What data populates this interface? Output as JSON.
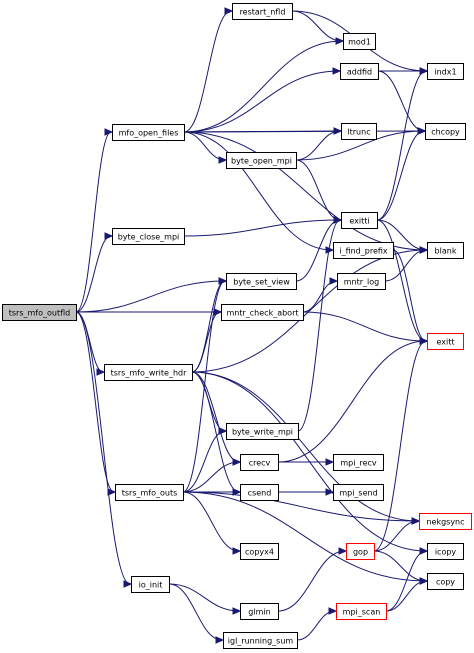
{
  "graph": {
    "nodes": {
      "tsrs_mfo_outfld": "tsrs_mfo_outfld",
      "mfo_open_files": "mfo_open_files",
      "byte_close_mpi": "byte_close_mpi",
      "byte_set_view": "byte_set_view",
      "mntr_check_abort": "mntr_check_abort",
      "tsrs_mfo_write_hdr": "tsrs_mfo_write_hdr",
      "tsrs_mfo_outs": "tsrs_mfo_outs",
      "io_init": "io_init",
      "restart_nfld": "restart_nfld",
      "mod1": "mod1",
      "addfid": "addfid",
      "indx1": "indx1",
      "ltrunc": "ltrunc",
      "chcopy": "chcopy",
      "byte_open_mpi": "byte_open_mpi",
      "exitti": "exitti",
      "i_find_prefix": "i_find_prefix",
      "blank": "blank",
      "mntr_log": "mntr_log",
      "exitt": "exitt",
      "byte_write_mpi": "byte_write_mpi",
      "crecv": "crecv",
      "mpi_recv": "mpi_recv",
      "csend": "csend",
      "mpi_send": "mpi_send",
      "nekgsync": "nekgsync",
      "copyx4": "copyx4",
      "gop": "gop",
      "icopy": "icopy",
      "copy": "copy",
      "glmin": "glmin",
      "mpi_scan": "mpi_scan",
      "igl_running_sum": "igl_running_sum"
    },
    "root": "tsrs_mfo_outfld",
    "highlighted_nodes": [
      "exitt",
      "nekgsync",
      "gop",
      "mpi_scan"
    ],
    "colors": {
      "edge": "#191970",
      "root_fill": "#bfbfbf",
      "highlight_border": "#ff0000",
      "node_border": "#000000"
    },
    "edges": [
      [
        "tsrs_mfo_outfld",
        "mfo_open_files"
      ],
      [
        "tsrs_mfo_outfld",
        "byte_close_mpi"
      ],
      [
        "tsrs_mfo_outfld",
        "byte_set_view"
      ],
      [
        "tsrs_mfo_outfld",
        "mntr_check_abort"
      ],
      [
        "tsrs_mfo_outfld",
        "tsrs_mfo_write_hdr"
      ],
      [
        "tsrs_mfo_outfld",
        "tsrs_mfo_outs"
      ],
      [
        "tsrs_mfo_outfld",
        "io_init"
      ],
      [
        "mfo_open_files",
        "restart_nfld"
      ],
      [
        "mfo_open_files",
        "mod1"
      ],
      [
        "mfo_open_files",
        "addfid"
      ],
      [
        "mfo_open_files",
        "ltrunc"
      ],
      [
        "mfo_open_files",
        "chcopy"
      ],
      [
        "mfo_open_files",
        "byte_open_mpi"
      ],
      [
        "mfo_open_files",
        "i_find_prefix"
      ],
      [
        "mfo_open_files",
        "blank"
      ],
      [
        "restart_nfld",
        "mod1"
      ],
      [
        "restart_nfld",
        "indx1"
      ],
      [
        "addfid",
        "indx1"
      ],
      [
        "addfid",
        "chcopy"
      ],
      [
        "byte_open_mpi",
        "ltrunc"
      ],
      [
        "byte_open_mpi",
        "chcopy"
      ],
      [
        "byte_open_mpi",
        "exitti"
      ],
      [
        "byte_close_mpi",
        "exitti"
      ],
      [
        "byte_set_view",
        "exitti"
      ],
      [
        "exitti",
        "indx1"
      ],
      [
        "exitti",
        "chcopy"
      ],
      [
        "exitti",
        "blank"
      ],
      [
        "exitti",
        "exitt"
      ],
      [
        "i_find_prefix",
        "exitt"
      ],
      [
        "mntr_check_abort",
        "mntr_log"
      ],
      [
        "mntr_check_abort",
        "exitt"
      ],
      [
        "mntr_log",
        "blank"
      ],
      [
        "tsrs_mfo_write_hdr",
        "byte_set_view"
      ],
      [
        "tsrs_mfo_write_hdr",
        "mntr_check_abort"
      ],
      [
        "tsrs_mfo_write_hdr",
        "blank"
      ],
      [
        "tsrs_mfo_write_hdr",
        "byte_write_mpi"
      ],
      [
        "tsrs_mfo_write_hdr",
        "crecv"
      ],
      [
        "tsrs_mfo_write_hdr",
        "csend"
      ],
      [
        "tsrs_mfo_write_hdr",
        "nekgsync"
      ],
      [
        "tsrs_mfo_write_hdr",
        "icopy"
      ],
      [
        "byte_write_mpi",
        "exitti"
      ],
      [
        "crecv",
        "mpi_recv"
      ],
      [
        "crecv",
        "exitt"
      ],
      [
        "csend",
        "mpi_send"
      ],
      [
        "tsrs_mfo_outs",
        "byte_set_view"
      ],
      [
        "tsrs_mfo_outs",
        "byte_write_mpi"
      ],
      [
        "tsrs_mfo_outs",
        "crecv"
      ],
      [
        "tsrs_mfo_outs",
        "csend"
      ],
      [
        "tsrs_mfo_outs",
        "nekgsync"
      ],
      [
        "tsrs_mfo_outs",
        "copyx4"
      ],
      [
        "tsrs_mfo_outs",
        "copy"
      ],
      [
        "gop",
        "exitt"
      ],
      [
        "gop",
        "nekgsync"
      ],
      [
        "gop",
        "copy"
      ],
      [
        "io_init",
        "glmin"
      ],
      [
        "io_init",
        "igl_running_sum"
      ],
      [
        "glmin",
        "gop"
      ],
      [
        "igl_running_sum",
        "mpi_scan"
      ],
      [
        "mpi_scan",
        "icopy"
      ],
      [
        "mpi_scan",
        "copy"
      ]
    ]
  }
}
